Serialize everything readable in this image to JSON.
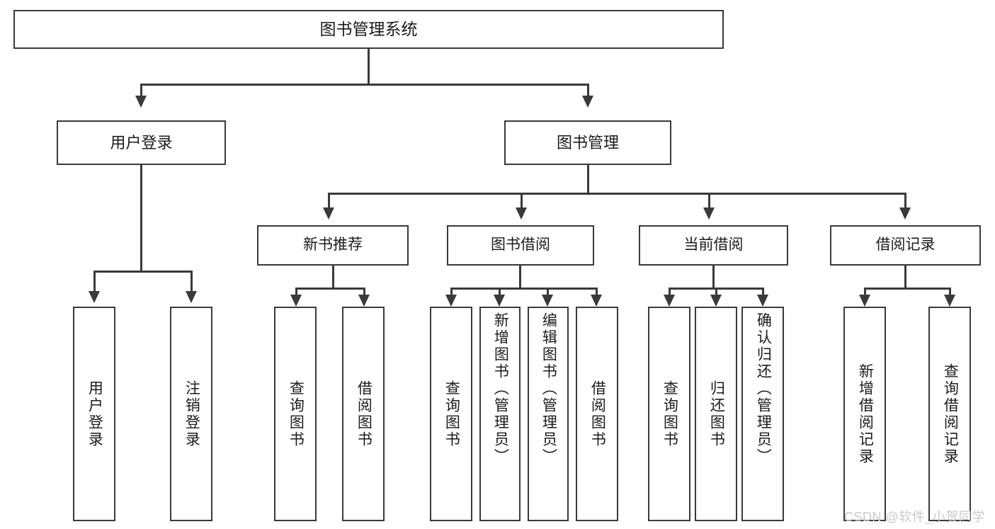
{
  "diagram": {
    "title": "图书管理系统",
    "type": "functional-structure-tree",
    "root": {
      "id": "root",
      "label": "图书管理系统"
    },
    "level1": [
      {
        "id": "user-login",
        "label": "用户登录"
      },
      {
        "id": "book-manage",
        "label": "图书管理"
      }
    ],
    "level2": [
      {
        "id": "new-book-recommend",
        "label": "新书推荐",
        "parent": "book-manage"
      },
      {
        "id": "book-borrow",
        "label": "图书借阅",
        "parent": "book-manage"
      },
      {
        "id": "current-borrow",
        "label": "当前借阅",
        "parent": "book-manage"
      },
      {
        "id": "borrow-record",
        "label": "借阅记录",
        "parent": "book-manage"
      }
    ],
    "leaves": {
      "user_login": [
        {
          "id": "leaf-user-login",
          "label": "用户登录"
        },
        {
          "id": "leaf-user-logout",
          "label": "注销登录"
        }
      ],
      "new_book_recommend": [
        {
          "id": "leaf-query-book-1",
          "label": "查询图书"
        },
        {
          "id": "leaf-borrow-book-1",
          "label": "借阅图书"
        }
      ],
      "book_borrow": [
        {
          "id": "leaf-query-book-2",
          "label": "查询图书"
        },
        {
          "id": "leaf-add-book",
          "label": "新增图书（管理员）"
        },
        {
          "id": "leaf-edit-book",
          "label": "编辑图书（管理员）"
        },
        {
          "id": "leaf-borrow-book-2",
          "label": "借阅图书"
        }
      ],
      "current_borrow": [
        {
          "id": "leaf-query-book-3",
          "label": "查询图书"
        },
        {
          "id": "leaf-return-book",
          "label": "归还图书"
        },
        {
          "id": "leaf-confirm-return",
          "label": "确认归还（管理员）"
        }
      ],
      "borrow_record": [
        {
          "id": "leaf-add-record",
          "label": "新增借阅记录"
        },
        {
          "id": "leaf-query-record",
          "label": "查询借阅记录"
        }
      ]
    },
    "watermark": "CSDN @软件_小贺同学",
    "colors": {
      "stroke": "#3a3a3a",
      "fill": "#ffffff",
      "text": "#1b1b1b",
      "watermark": "#c9c9c9"
    }
  }
}
